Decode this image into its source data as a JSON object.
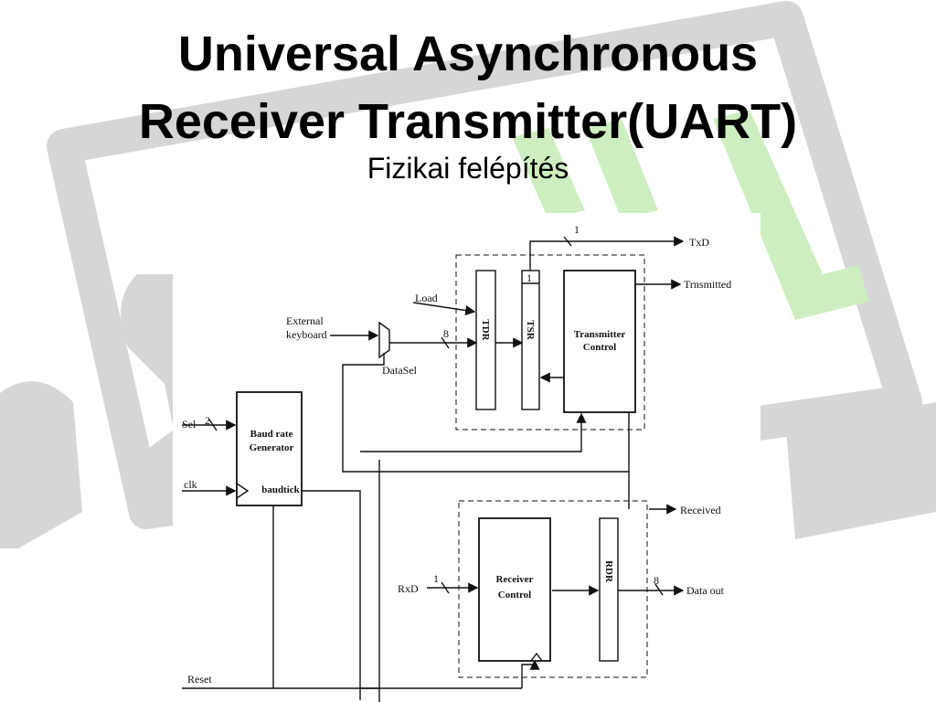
{
  "slide": {
    "title_line_1": "Universal Asynchronous",
    "title_line_2": "Receiver Transmitter(UART)",
    "subtitle": "Fizikai felépítés"
  },
  "diagram": {
    "signals": {
      "txd": "TxD",
      "trnsmitted": "Trnsmitted",
      "load": "Load",
      "external_1": "External",
      "external_2": "keyboard",
      "datasel": "DataSel",
      "sel": "Sel",
      "clk": "clk",
      "received": "Received",
      "rxd": "RxD",
      "data_out": "Data out",
      "reset": "Reset"
    },
    "bus_widths": {
      "txd": "1",
      "tsr_bit": "1",
      "tdr_in": "8",
      "sel": "2",
      "rxd": "1",
      "data_out": "8"
    },
    "blocks": {
      "tdr": "TDR",
      "tsr": "TSR",
      "transmitter_1": "Transmitter",
      "transmitter_2": "Control",
      "baud_1": "Baud rate",
      "baud_2": "Generator",
      "baudtick": "baudtick",
      "receiver_1": "Receiver",
      "receiver_2": "Control",
      "rdr": "RDR"
    }
  },
  "colors": {
    "background_logo_gray": "#d6d6d6",
    "background_logo_green": "#cdeec0",
    "text": "#000000",
    "diagram_line": "#111111"
  }
}
